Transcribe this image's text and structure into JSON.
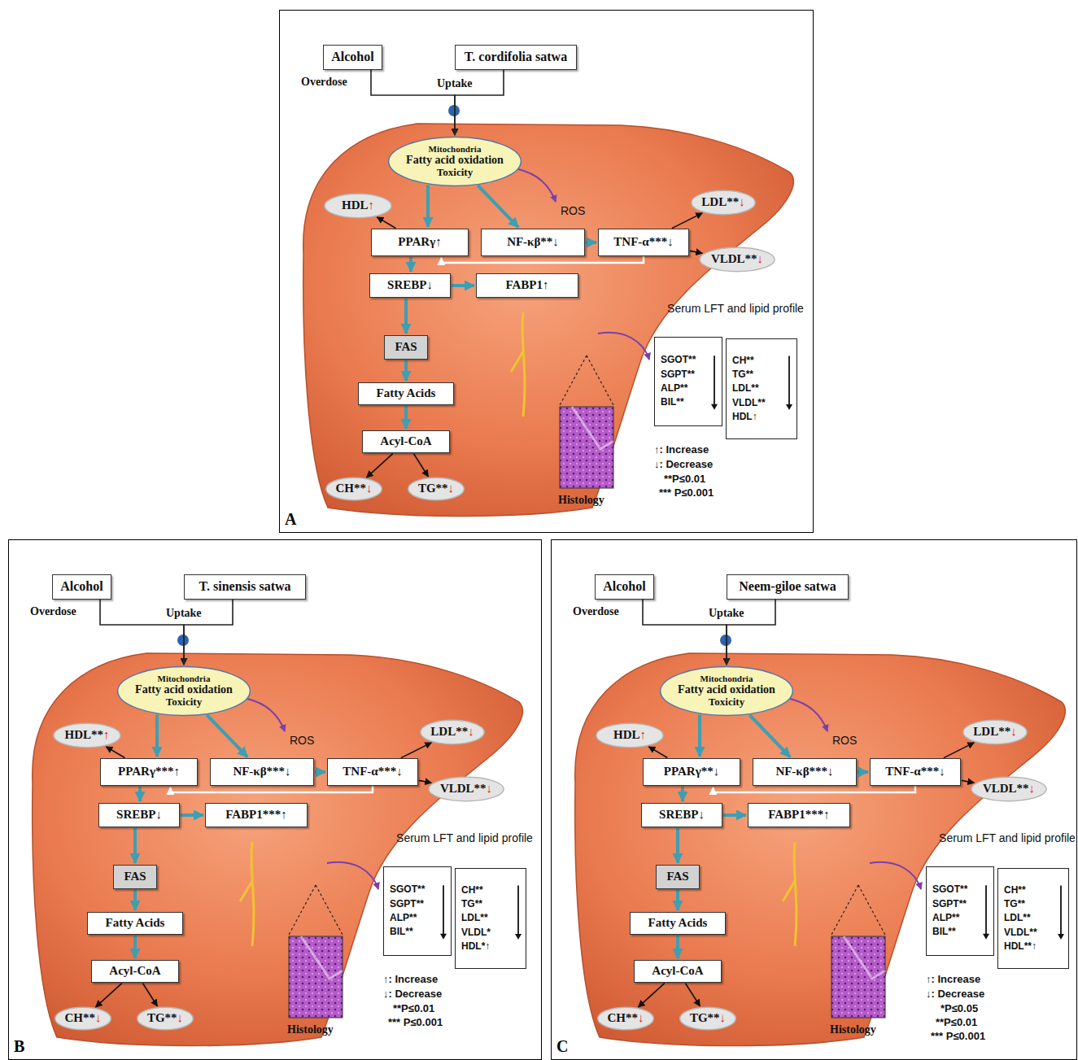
{
  "diagram": {
    "nodes": [
      {
        "text": [
          "A"
        ]
      },
      {
        "text": [
          "Alcohol"
        ],
        "in": 0
      },
      {
        "text": [
          "T. cordifolia satwa"
        ],
        "in": 0
      },
      {
        "text": [
          "Mitochondria",
          "Fatty acid oxidation",
          "Toxicity"
        ],
        "in": 0
      },
      {
        "text": [
          "HDL↑"
        ],
        "in": 0
      },
      {
        "text": [
          "LDL**↓"
        ],
        "in": 0
      },
      {
        "text": [
          "PPARγ↑"
        ],
        "in": 0
      },
      {
        "text": [
          "NF-κβ**↓"
        ],
        "in": 0
      },
      {
        "text": [
          "TNF-α***↓"
        ],
        "in": 0
      },
      {
        "text": [
          "VLDL**↓"
        ],
        "in": 0
      },
      {
        "text": [
          "SREBP↓"
        ],
        "in": 0
      },
      {
        "text": [
          "FABP1↑"
        ],
        "in": 0
      },
      {
        "text": [
          "FAS"
        ],
        "in": 0
      },
      {
        "text": [
          "Fatty Acids"
        ],
        "in": 0
      },
      {
        "text": [
          "Acyl-CoA"
        ],
        "in": 0
      },
      {
        "text": [
          "SGOT**",
          "SGPT**",
          "ALP**",
          "BIL**"
        ],
        "in": 0
      },
      {
        "text": [
          "CH**",
          "TG**",
          "LDL**",
          "VLDL**",
          "HDL↑"
        ],
        "in": 0
      },
      {
        "text": [
          "CH**↓"
        ],
        "in": 0
      },
      {
        "text": [
          "TG**↓"
        ],
        "in": 0
      },
      {
        "text": [
          "B"
        ]
      },
      {
        "text": [
          "Alcohol"
        ],
        "in": 19
      },
      {
        "text": [
          "T. sinensis satwa"
        ],
        "in": 19
      },
      {
        "text": [
          "Mitochondria",
          "Fatty acid oxidation",
          "Toxicity"
        ],
        "in": 19
      },
      {
        "text": [
          "HDL**↑"
        ],
        "in": 19
      },
      {
        "text": [
          "LDL**↓"
        ],
        "in": 19
      },
      {
        "text": [
          "PPARγ***↑"
        ],
        "in": 19
      },
      {
        "text": [
          "NF-κβ***↓"
        ],
        "in": 19
      },
      {
        "text": [
          "TNF-α***↓"
        ],
        "in": 19
      },
      {
        "text": [
          "VLDL**↓"
        ],
        "in": 19
      },
      {
        "text": [
          "SREBP↓"
        ],
        "in": 19
      },
      {
        "text": [
          "FABP1***↑"
        ],
        "in": 19
      },
      {
        "text": [
          "FAS"
        ],
        "in": 19
      },
      {
        "text": [
          "Fatty Acids"
        ],
        "in": 19
      },
      {
        "text": [
          "Acyl-CoA"
        ],
        "in": 19
      },
      {
        "text": [
          "SGOT**",
          "SGPT**",
          "ALP**",
          "BIL**"
        ],
        "in": 19
      },
      {
        "text": [
          "CH**",
          "TG**",
          "LDL**",
          "VLDL*",
          "HDL*↑"
        ],
        "in": 19
      },
      {
        "text": [
          "CH**↓"
        ],
        "in": 19
      },
      {
        "text": [
          "TG**↓"
        ],
        "in": 19
      },
      {
        "text": [
          "C"
        ]
      },
      {
        "text": [
          "Alcohol"
        ],
        "in": 38
      },
      {
        "text": [
          "Neem-giloe satwa"
        ],
        "in": 38
      },
      {
        "text": [
          "Mitochondria",
          "Fatty acid oxidation",
          "Toxicity"
        ],
        "in": 38
      },
      {
        "text": [
          "HDL↑"
        ],
        "in": 38
      },
      {
        "text": [
          "LDL**↓"
        ],
        "in": 38
      },
      {
        "text": [
          "PPARγ**↓"
        ],
        "in": 38
      },
      {
        "text": [
          "NF-κβ***↓"
        ],
        "in": 38
      },
      {
        "text": [
          "TNF-α***↓"
        ],
        "in": 38
      },
      {
        "text": [
          "VLDL**↓"
        ],
        "in": 38
      },
      {
        "text": [
          "SREBP↓"
        ],
        "in": 38
      },
      {
        "text": [
          "FABP1***↑"
        ],
        "in": 38
      },
      {
        "text": [
          "FAS"
        ],
        "in": 38
      },
      {
        "text": [
          "Fatty Acids"
        ],
        "in": 38
      },
      {
        "text": [
          "Acyl-CoA"
        ],
        "in": 38
      },
      {
        "text": [
          "SGOT**",
          "SGPT**",
          "ALP**",
          "BIL**"
        ],
        "in": 38
      },
      {
        "text": [
          "CH**",
          "TG**",
          "LDL**",
          "VLDL**",
          "HDL**↑"
        ],
        "in": 38
      },
      {
        "text": [
          "CH**↓"
        ],
        "in": 38
      },
      {
        "text": [
          "TG**↓"
        ],
        "in": 38
      }
    ],
    "edges": [
      {
        "from": 1,
        "to": 3,
        "arrow": "to"
      },
      {
        "from": 2,
        "to": 3,
        "arrow": "to"
      },
      {
        "from": 3,
        "to": 6,
        "arrow": "to"
      },
      {
        "from": 3,
        "to": 7,
        "arrow": "to"
      },
      {
        "from": 6,
        "to": 4,
        "arrow": "to"
      },
      {
        "from": 7,
        "to": 8,
        "arrow": "to"
      },
      {
        "from": 8,
        "to": 5,
        "arrow": "to"
      },
      {
        "from": 8,
        "to": 9,
        "arrow": "to"
      },
      {
        "from": 8,
        "to": 6,
        "arrow": "to"
      },
      {
        "from": 6,
        "to": 10,
        "arrow": "to"
      },
      {
        "from": 10,
        "to": 11,
        "arrow": "to"
      },
      {
        "from": 10,
        "to": 12,
        "arrow": "to"
      },
      {
        "from": 12,
        "to": 13,
        "arrow": "to"
      },
      {
        "from": 13,
        "to": 14,
        "arrow": "to"
      },
      {
        "from": 14,
        "to": 17,
        "arrow": "to"
      },
      {
        "from": 14,
        "to": 18,
        "arrow": "to"
      },
      {
        "from": 20,
        "to": 22,
        "arrow": "to"
      },
      {
        "from": 21,
        "to": 22,
        "arrow": "to"
      },
      {
        "from": 22,
        "to": 25,
        "arrow": "to"
      },
      {
        "from": 22,
        "to": 26,
        "arrow": "to"
      },
      {
        "from": 25,
        "to": 23,
        "arrow": "to"
      },
      {
        "from": 26,
        "to": 27,
        "arrow": "to"
      },
      {
        "from": 27,
        "to": 24,
        "arrow": "to"
      },
      {
        "from": 27,
        "to": 28,
        "arrow": "to"
      },
      {
        "from": 27,
        "to": 25,
        "arrow": "to"
      },
      {
        "from": 25,
        "to": 29,
        "arrow": "to"
      },
      {
        "from": 29,
        "to": 30,
        "arrow": "to"
      },
      {
        "from": 29,
        "to": 31,
        "arrow": "to"
      },
      {
        "from": 31,
        "to": 32,
        "arrow": "to"
      },
      {
        "from": 32,
        "to": 33,
        "arrow": "to"
      },
      {
        "from": 33,
        "to": 36,
        "arrow": "to"
      },
      {
        "from": 33,
        "to": 37,
        "arrow": "to"
      },
      {
        "from": 39,
        "to": 41,
        "arrow": "to"
      },
      {
        "from": 40,
        "to": 41,
        "arrow": "to"
      },
      {
        "from": 41,
        "to": 44,
        "arrow": "to"
      },
      {
        "from": 41,
        "to": 45,
        "arrow": "to"
      },
      {
        "from": 44,
        "to": 42,
        "arrow": "to"
      },
      {
        "from": 45,
        "to": 46,
        "arrow": "to"
      },
      {
        "from": 46,
        "to": 43,
        "arrow": "to"
      },
      {
        "from": 46,
        "to": 47,
        "arrow": "to"
      },
      {
        "from": 46,
        "to": 44,
        "arrow": "to"
      },
      {
        "from": 44,
        "to": 48,
        "arrow": "to"
      },
      {
        "from": 48,
        "to": 49,
        "arrow": "to"
      },
      {
        "from": 48,
        "to": 50,
        "arrow": "to"
      },
      {
        "from": 50,
        "to": 51,
        "arrow": "to"
      },
      {
        "from": 51,
        "to": 52,
        "arrow": "to"
      },
      {
        "from": 52,
        "to": 55,
        "arrow": "to"
      },
      {
        "from": 52,
        "to": 56,
        "arrow": "to"
      }
    ],
    "labels": [
      "Overdose",
      "Uptake",
      "ROS",
      "Serum LFT and lipid profile",
      "Histology",
      "↑: Increase",
      "↓: Decrease",
      "**P≤0.01",
      "*** P≤0.001",
      "Overdose",
      "Uptake",
      "ROS",
      "Serum LFT and lipid profile",
      "Histology",
      "↑: Increase",
      "↓: Decrease",
      "**P≤0.01",
      "*** P≤0.001",
      "Overdose",
      "Uptake",
      "ROS",
      "Serum LFT and lipid profile",
      "Histology",
      "↑: Increase",
      "↓: Decrease",
      "*P≤0.05",
      "**P≤0.01",
      "*** P≤0.001"
    ]
  }
}
